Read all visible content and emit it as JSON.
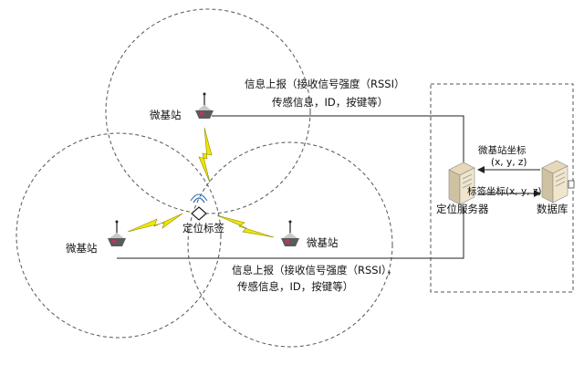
{
  "base_stations": {
    "top": "微基站",
    "left": "微基站",
    "right": "微基站"
  },
  "tag": {
    "label": "定位标签"
  },
  "report_top": {
    "line1": "信息上报（接收信号强度（RSSI）",
    "line2": "传感信息，ID，按键等）"
  },
  "report_bottom": {
    "line1": "信息上报（接收信号强度（RSSI），",
    "line2": "传感信息，ID，按键等）"
  },
  "server": {
    "label": "定位服务器",
    "db_label": "数据库",
    "station_coord_label": "微基站坐标",
    "station_coord_value": "(x, y, z)",
    "tag_coord_label": "标签坐标(x, y, z)"
  }
}
